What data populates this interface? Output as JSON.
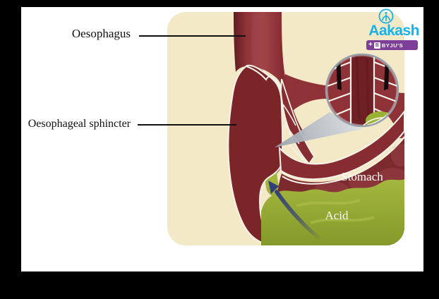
{
  "figure": {
    "labels": {
      "oesophagus": "Oesophagus",
      "oesophageal_sphincter": "Oesophageal sphincter",
      "stomach": "Stomach",
      "acid": "Acid"
    },
    "palette": {
      "panel_bg": "#f4e9c6",
      "tube_red": "#8e3237",
      "tissue_red": "#7b2529",
      "tissue_dark": "#6e2024",
      "stomach_maroon": "#7c2a2e",
      "acid_green": "#96aa2e",
      "arrow_blue": "#33407a",
      "beam_gray": "#b7bec7",
      "outline_white": "#f6f2ea"
    }
  },
  "logo": {
    "brand": "Aakash",
    "plus": "+",
    "b": "B",
    "sub_brand": "BYJU'S",
    "brand_color": "#19b2e8",
    "badge_color": "#7d3f97"
  }
}
